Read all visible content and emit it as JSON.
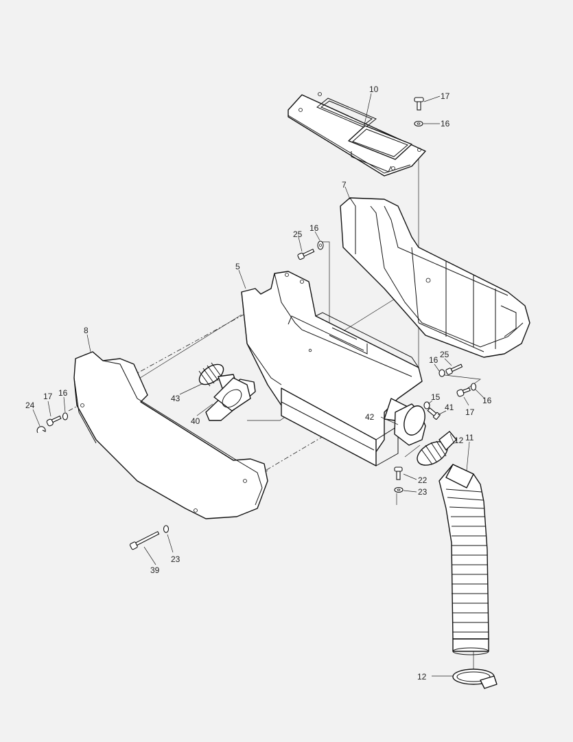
{
  "diagram": {
    "type": "exploded-parts-view",
    "background": "#f2f2f2",
    "line_color": "#111111",
    "callouts": {
      "c10": "10",
      "c17a": "17",
      "c16a": "16",
      "c7": "7",
      "c25a": "25",
      "c16b": "16",
      "c5": "5",
      "c8": "8",
      "c16c": "16",
      "c25b": "25",
      "c24": "24",
      "c17b": "17",
      "c16d": "16",
      "c43": "43",
      "c40": "40",
      "c17c": "17",
      "c16e": "16",
      "c15": "15",
      "c41": "41",
      "c42": "42",
      "c12a": "12",
      "c11": "11",
      "c22": "22",
      "c23a": "23",
      "c23b": "23",
      "c39": "39",
      "c12b": "12"
    }
  }
}
